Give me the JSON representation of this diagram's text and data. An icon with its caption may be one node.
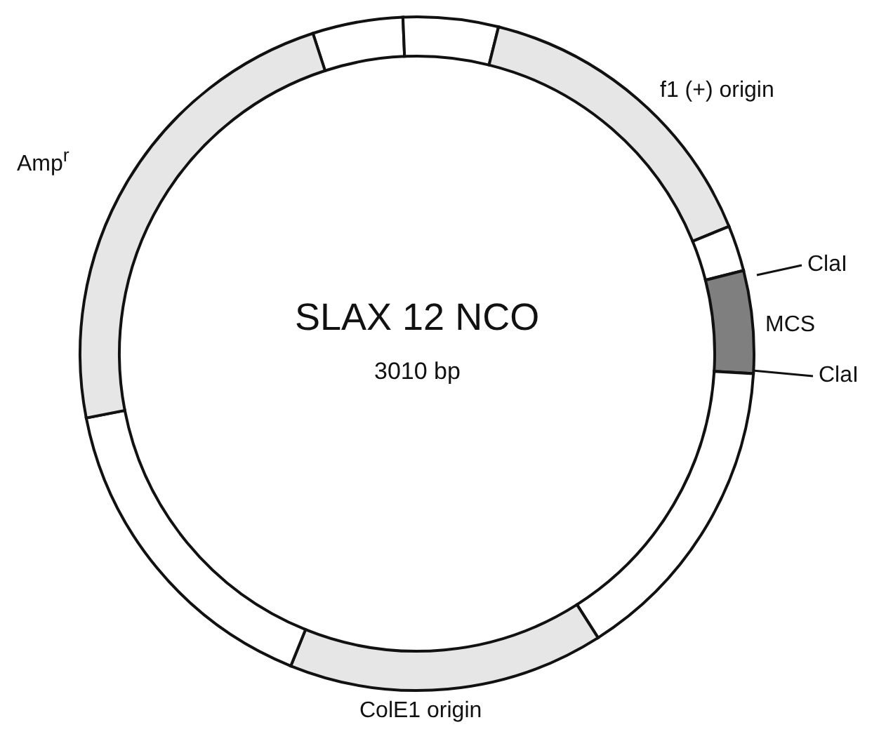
{
  "diagram": {
    "title": "SLAX 12 NCO",
    "nodes": [
      {
        "text": [
          "ClaI"
        ]
      },
      {
        "text": [
          "ClaI"
        ]
      }
    ],
    "edges": [
      {
        "from": 0,
        "to": null,
        "arrow": "none"
      },
      {
        "from": 1,
        "to": null,
        "arrow": "none"
      }
    ],
    "labels": [
      "f1 (+) origin",
      "Amp$^{r}$",
      "MCS",
      "3010 bp",
      "ColE1 origin"
    ]
  }
}
